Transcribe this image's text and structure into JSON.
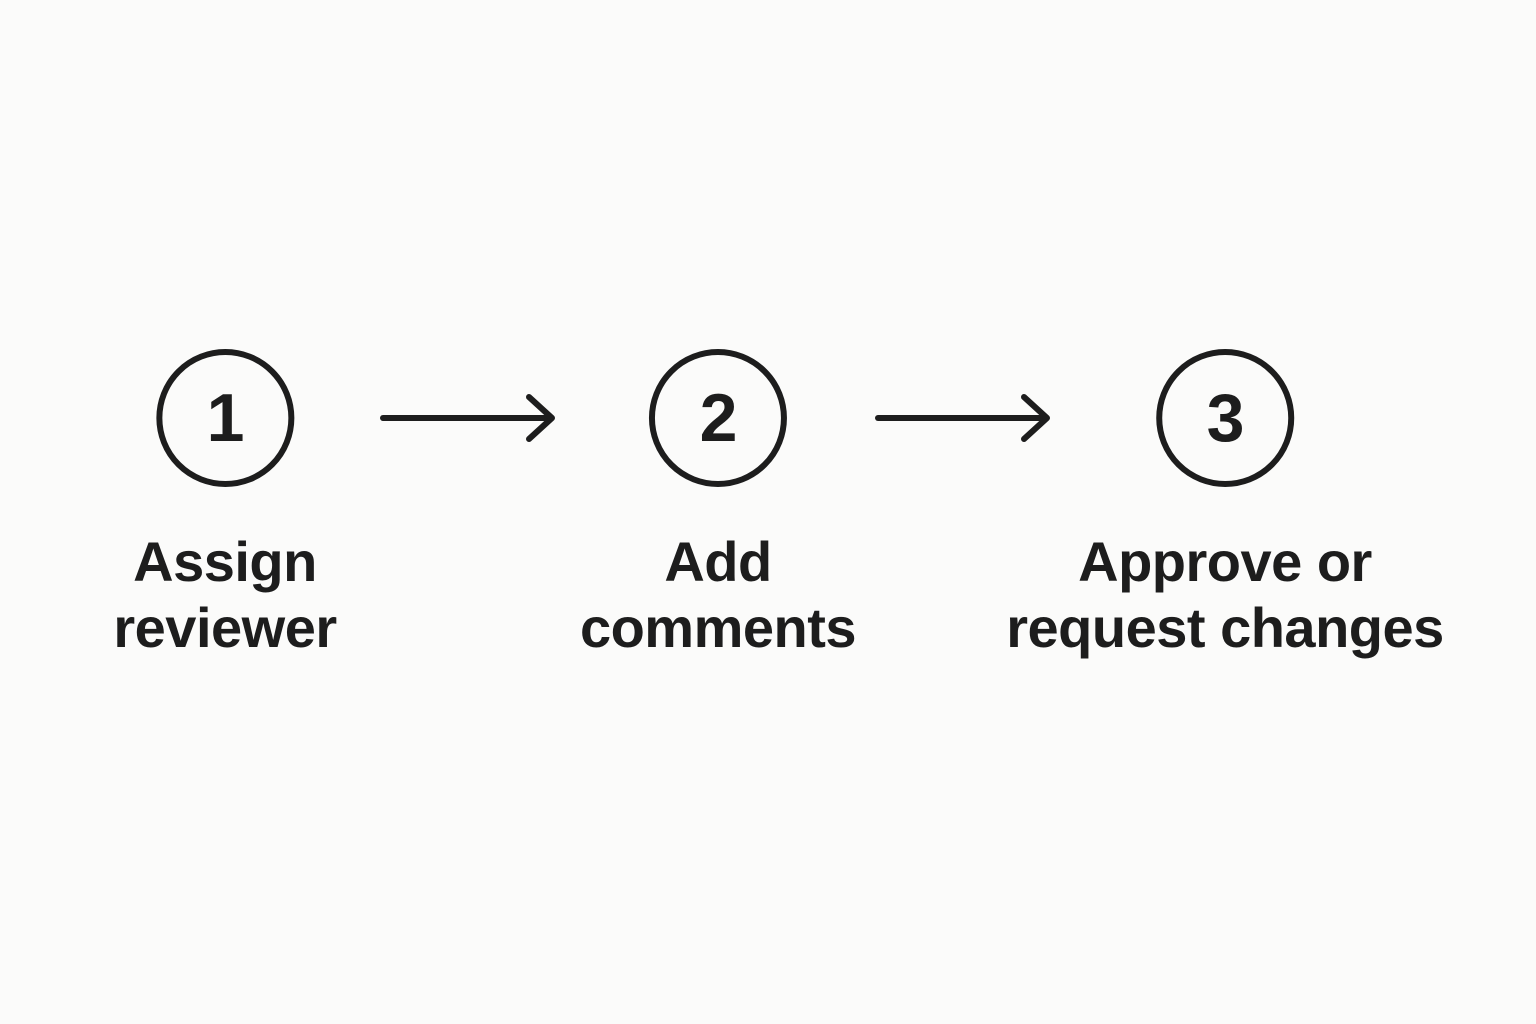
{
  "diagram": {
    "title": "review-workflow-steps",
    "background_color": "#fbfbfa",
    "ink_color": "#1d1d1d",
    "steps": [
      {
        "number": "1",
        "label_line1": "Assign",
        "label_line2": "reviewer"
      },
      {
        "number": "2",
        "label_line1": "Add",
        "label_line2": "comments"
      },
      {
        "number": "3",
        "label_line1": "Approve or",
        "label_line2": "request changes"
      }
    ],
    "connectors": [
      {
        "icon": "arrow-right-icon"
      },
      {
        "icon": "arrow-right-icon"
      }
    ]
  }
}
